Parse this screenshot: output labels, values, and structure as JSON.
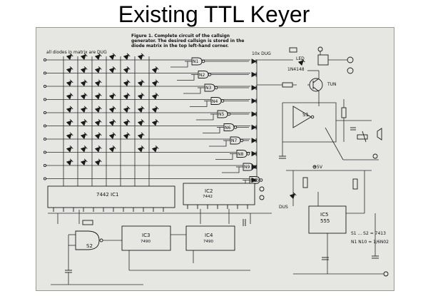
{
  "slide": {
    "title": "Existing TTL Keyer"
  },
  "figure": {
    "caption_line1": "Figure 1. Complete circuit of the callsign",
    "caption_line2": "generator. The desired callsign is stored in the",
    "caption_line3": "diode matrix in the top left-hand corner.",
    "matrix_note": "all diodes in matrix are DUG",
    "diode_bank_label": "10x DUG",
    "led_label": "LED",
    "diode_1n4148": "1N4148",
    "transistor_label": "TUN",
    "switch_s1": "S1",
    "switch_s2": "S2",
    "dus_label": "DUS",
    "supply_label": "+5V",
    "s_note": "S1 ... S2 = 7413",
    "n_note": "N1   N10 = 1/6N02",
    "ic1_label": "7442  IC1",
    "ic2_label": "IC2",
    "ic2_part": "7442",
    "ic3_label": "IC3",
    "ic3_part": "7490",
    "ic4_label": "IC4",
    "ic4_part": "7490",
    "ic5_label": "IC5",
    "ic5_part": "555",
    "gates": [
      "N1",
      "N2",
      "N3",
      "N4",
      "N5",
      "N6",
      "N7",
      "N8",
      "N9",
      "N10"
    ]
  }
}
